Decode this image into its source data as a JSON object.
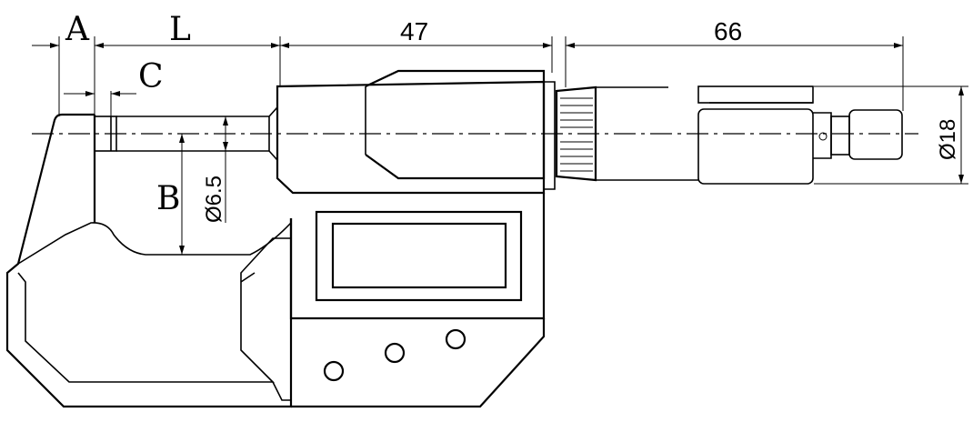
{
  "dimensions": {
    "A": "A",
    "L": "L",
    "C": "C",
    "B": "B",
    "d47": "47",
    "d66": "66",
    "spindle_dia": "Ø6.5",
    "thimble_dia": "Ø18"
  },
  "colors": {
    "line": "#000000",
    "background": "#ffffff"
  }
}
